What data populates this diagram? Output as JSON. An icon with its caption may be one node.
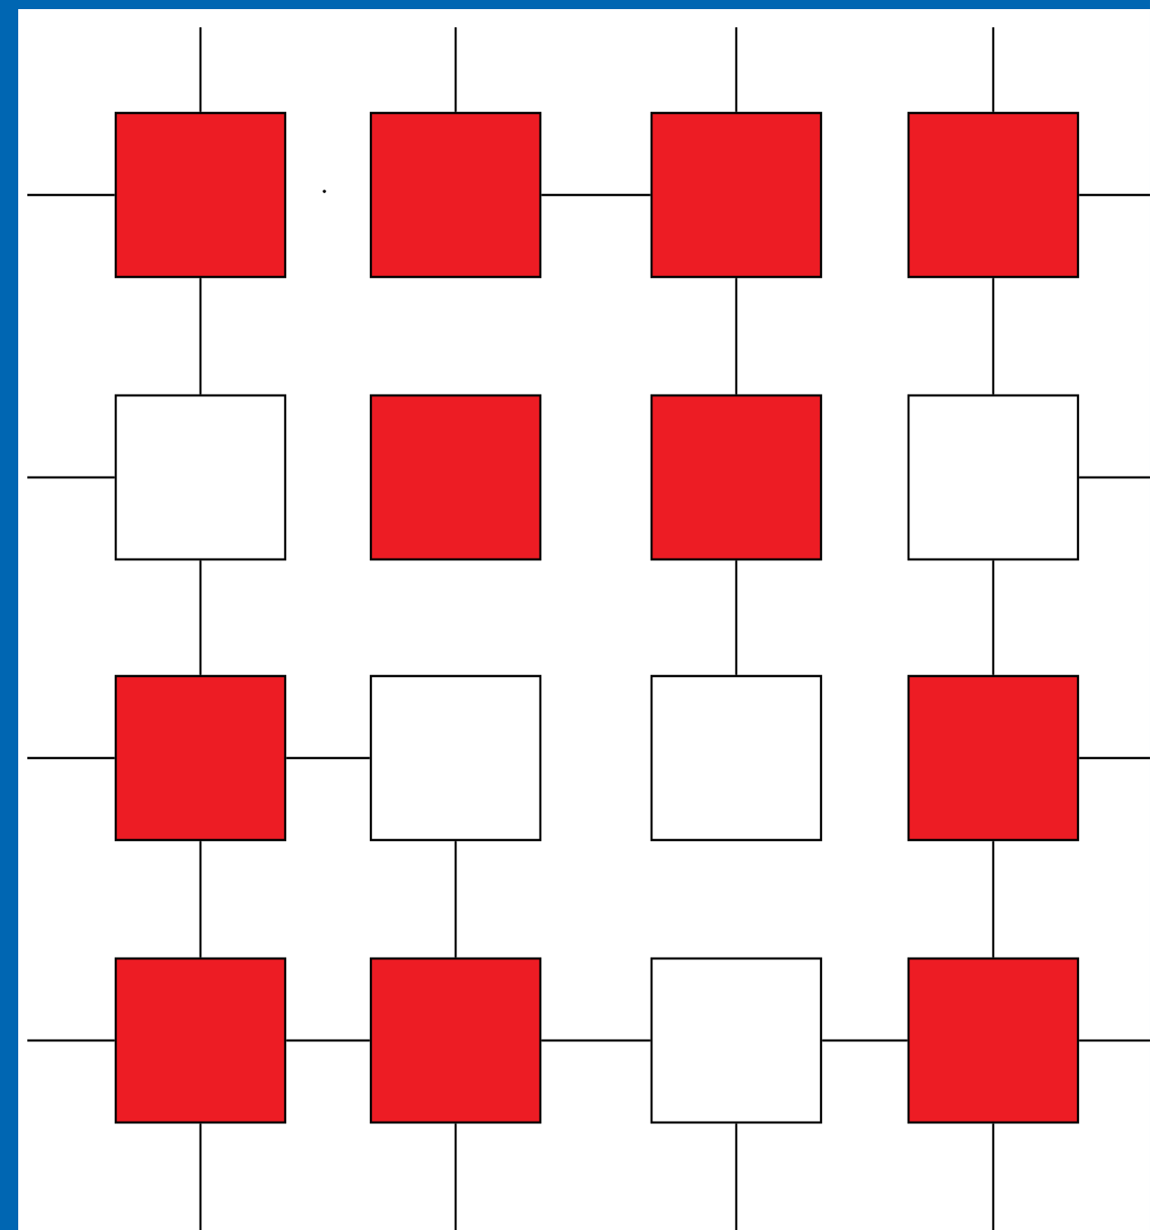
{
  "diagram": {
    "nodes": [
      {
        "text": [],
        "shape": "box"
      },
      {
        "text": [],
        "shape": "box"
      },
      {
        "text": [],
        "shape": "box"
      },
      {
        "text": [],
        "shape": "box"
      },
      {
        "text": [],
        "shape": "box"
      },
      {
        "text": [],
        "shape": "box"
      },
      {
        "text": [],
        "shape": "box"
      },
      {
        "text": [],
        "shape": "box"
      },
      {
        "text": [],
        "shape": "box"
      },
      {
        "text": [],
        "shape": "box"
      },
      {
        "text": [],
        "shape": "box"
      },
      {
        "text": [],
        "shape": "box"
      },
      {
        "text": [],
        "shape": "box"
      },
      {
        "text": [],
        "shape": "box"
      },
      {
        "text": [],
        "shape": "box"
      },
      {
        "text": [],
        "shape": "box"
      }
    ],
    "edges": [
      {
        "from": 0,
        "to": null,
        "arrow": "none"
      },
      {
        "from": 1,
        "to": null,
        "arrow": "none"
      },
      {
        "from": 2,
        "to": null,
        "arrow": "none"
      },
      {
        "from": 3,
        "to": null,
        "arrow": "none"
      },
      {
        "from": 0,
        "to": null,
        "arrow": "none"
      },
      {
        "from": 3,
        "to": null,
        "arrow": "none"
      },
      {
        "from": 1,
        "to": 2,
        "arrow": "none"
      },
      {
        "from": 0,
        "to": 4,
        "arrow": "none"
      },
      {
        "from": 2,
        "to": 6,
        "arrow": "none"
      },
      {
        "from": 3,
        "to": 7,
        "arrow": "none"
      },
      {
        "from": 4,
        "to": null,
        "arrow": "none"
      },
      {
        "from": 7,
        "to": null,
        "arrow": "none"
      },
      {
        "from": 4,
        "to": 8,
        "arrow": "none"
      },
      {
        "from": 6,
        "to": 10,
        "arrow": "none"
      },
      {
        "from": 7,
        "to": 11,
        "arrow": "none"
      },
      {
        "from": 8,
        "to": null,
        "arrow": "none"
      },
      {
        "from": 8,
        "to": 9,
        "arrow": "none"
      },
      {
        "from": 11,
        "to": null,
        "arrow": "none"
      },
      {
        "from": 8,
        "to": 12,
        "arrow": "none"
      },
      {
        "from": 9,
        "to": 13,
        "arrow": "none"
      },
      {
        "from": 11,
        "to": 15,
        "arrow": "none"
      },
      {
        "from": 12,
        "to": null,
        "arrow": "none"
      },
      {
        "from": 12,
        "to": 13,
        "arrow": "none"
      },
      {
        "from": 13,
        "to": 14,
        "arrow": "none"
      },
      {
        "from": 14,
        "to": 15,
        "arrow": "none"
      },
      {
        "from": 15,
        "to": null,
        "arrow": "none"
      },
      {
        "from": 12,
        "to": null,
        "arrow": "none"
      },
      {
        "from": 13,
        "to": null,
        "arrow": "none"
      },
      {
        "from": 14,
        "to": null,
        "arrow": "none"
      },
      {
        "from": 15,
        "to": null,
        "arrow": "none"
      }
    ]
  }
}
